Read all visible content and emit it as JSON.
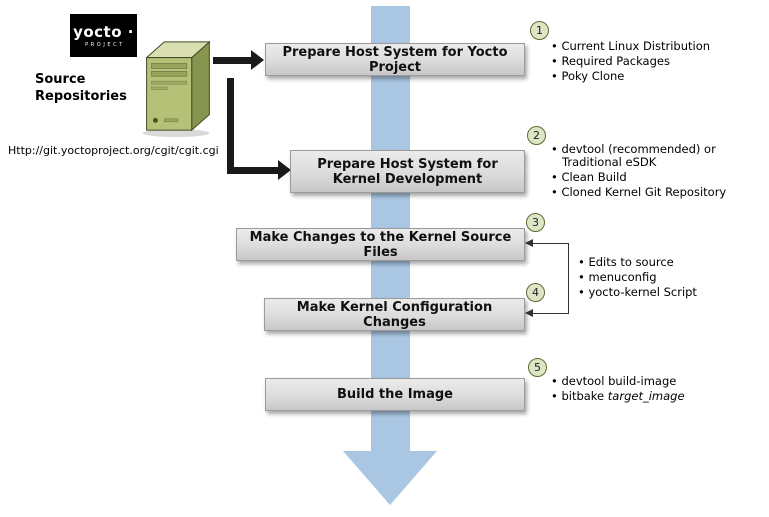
{
  "logo": {
    "wordmark": "yocto ·",
    "subtitle": "PROJECT"
  },
  "source": {
    "label": "Source Repositories",
    "url": "Http://git.yoctoproject.org/cgit/cgit.cgi"
  },
  "colors": {
    "flow_arrow_blue": "#a9c6e2",
    "step_box_gray": "#d9d9d9",
    "badge_green_fill": "#dde5c4",
    "badge_green_border": "#5c6b33",
    "server_green": "#b6c178"
  },
  "steps": [
    {
      "num": "1",
      "label": "Prepare Host System for Yocto Project",
      "bullets": [
        "Current Linux Distribution",
        "Required Packages",
        "Poky Clone"
      ]
    },
    {
      "num": "2",
      "label": "Prepare Host System for Kernel Development",
      "bullets": [
        "devtool (recommended) or Traditional eSDK",
        "Clean Build",
        "Cloned Kernel Git Repository"
      ]
    },
    {
      "num": "3",
      "label": "Make Changes to the Kernel Source Files"
    },
    {
      "num": "4",
      "label": "Make Kernel Configuration Changes"
    },
    {
      "num": "5",
      "label": "Build the Image",
      "bullets": [
        {
          "plain": "devtool build-image"
        },
        {
          "plain": "bitbake ",
          "em": "target_image"
        }
      ]
    }
  ],
  "shared_bullets_3_4": [
    "Edits to source",
    "menuconfig",
    "yocto-kernel Script"
  ]
}
